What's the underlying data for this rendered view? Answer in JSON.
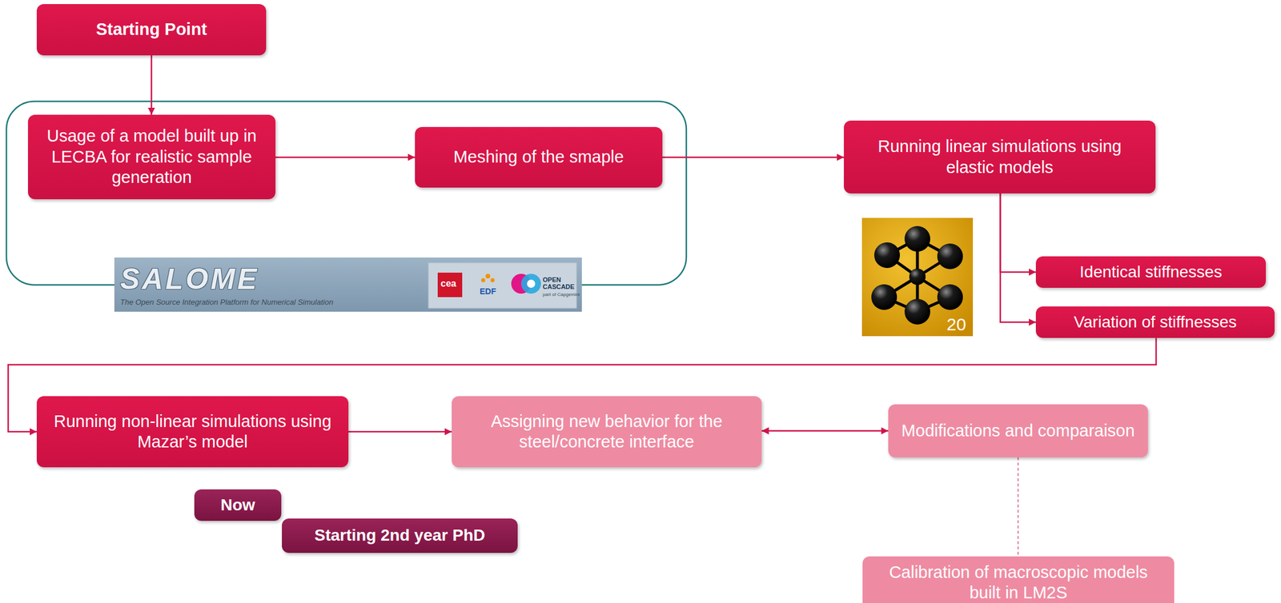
{
  "diagram": {
    "nodes": [
      {
        "text": [
          "Starting Point"
        ]
      },
      {
        "text": [
          "Usage of a model built up in LECBA for realistic sample generation"
        ]
      },
      {
        "text": [
          "Meshing of the smaple"
        ]
      },
      {
        "text": [
          "Running linear simulations using elastic models"
        ]
      },
      {
        "text": [
          "Identical stiffnesses"
        ]
      },
      {
        "text": [
          "Variation of stiffnesses"
        ]
      },
      {
        "text": [
          "Running non-linear simulations using Mazar’s model"
        ]
      },
      {
        "text": [
          "Assigning new behavior for the steel/concrete interface"
        ]
      },
      {
        "text": [
          "Modifications  and comparaison"
        ]
      },
      {
        "text": [
          "Calibration of macroscopic models built in LM2S"
        ]
      },
      {
        "text": [
          "Now"
        ]
      },
      {
        "text": [
          "Starting 2nd  year PhD"
        ]
      }
    ],
    "edges": [
      {
        "from": 0,
        "to": 1,
        "arrow": "to"
      },
      {
        "from": 1,
        "to": 2,
        "arrow": "to"
      },
      {
        "from": 2,
        "to": 3,
        "arrow": "to"
      },
      {
        "from": 3,
        "to": 4,
        "arrow": "to"
      },
      {
        "from": 3,
        "to": 5,
        "arrow": "to"
      },
      {
        "from": 5,
        "to": 6,
        "arrow": "to"
      },
      {
        "from": 6,
        "to": 7,
        "arrow": "to"
      },
      {
        "from": 7,
        "to": 8,
        "arrow": "both"
      },
      {
        "from": 8,
        "to": 9,
        "arrow": "none"
      }
    ],
    "labels": [
      "SALOME",
      "The Open Source Integration Platform for Numerical Simulation",
      "cea",
      "EDF",
      "OPEN CASCADE",
      "part of Capgemini",
      "20"
    ]
  }
}
